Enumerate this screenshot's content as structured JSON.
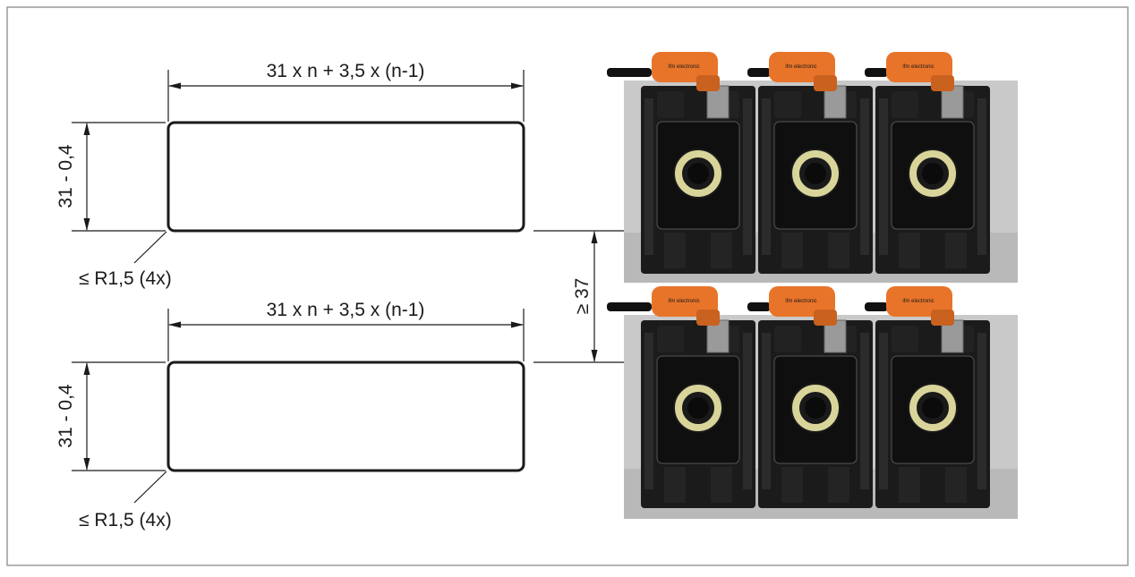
{
  "drawing": {
    "upper_cutout": {
      "width_dimension": "31 x n + 3,5 x (n-1)",
      "height_dimension": "31 - 0,4",
      "corner_radius": "≤ R1,5 (4x)"
    },
    "lower_cutout": {
      "width_dimension": "31 x n + 3,5 x (n-1)",
      "height_dimension": "31 - 0,4",
      "corner_radius": "≤ R1,5 (4x)"
    },
    "row_spacing": "≥ 37"
  },
  "product_photo": {
    "rows": 2,
    "units_per_row": 3,
    "connector_brand_text": "ifm electronic",
    "colors": {
      "panel": "#c9c9c9",
      "housing": "#1b1b1b",
      "connector": "#e8742a",
      "cable": "#111111",
      "seal_ring": "#d9d59a"
    }
  }
}
